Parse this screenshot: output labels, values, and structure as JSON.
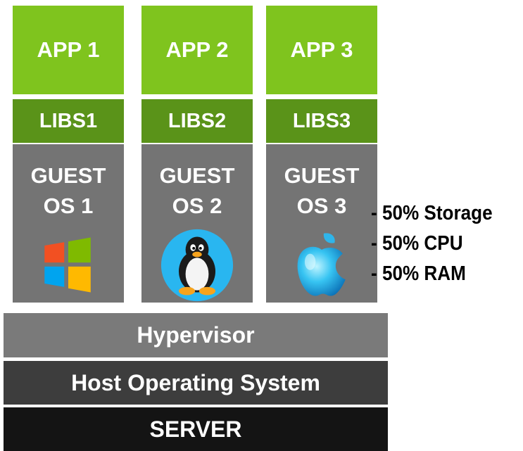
{
  "colors": {
    "app": "#7fc41e",
    "libs": "#5a9319",
    "guest": "#747474",
    "hypervisor": "#7a7a7a",
    "host_os": "#3d3d3d",
    "server": "#141414"
  },
  "apps": [
    "APP 1",
    "APP 2",
    "APP 3"
  ],
  "libs": [
    "LIBS1",
    "LIBS2",
    "LIBS3"
  ],
  "guests": [
    {
      "line1": "GUEST",
      "line2": "OS 1",
      "icon": "windows-logo-icon"
    },
    {
      "line1": "GUEST",
      "line2": "OS 2",
      "icon": "linux-penguin-icon"
    },
    {
      "line1": "GUEST",
      "line2": "OS 3",
      "icon": "apple-logo-icon"
    }
  ],
  "resources": [
    "- 50% Storage",
    "- 50% CPU",
    "- 50% RAM"
  ],
  "layers": {
    "hypervisor": "Hypervisor",
    "host_os": "Host Operating System",
    "server": "SERVER"
  }
}
